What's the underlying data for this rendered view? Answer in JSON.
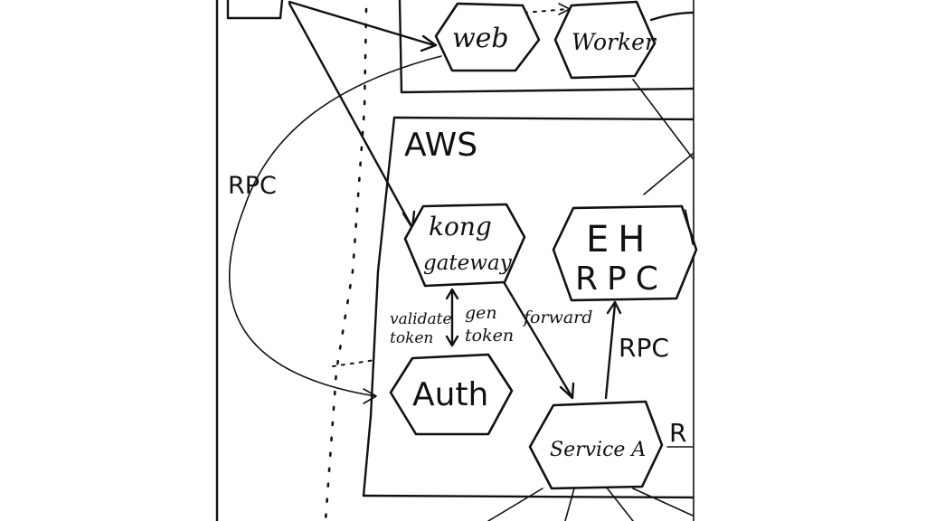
{
  "diagram": {
    "region_label": "AWS",
    "nodes": {
      "web": "web",
      "worker": "Worker",
      "kong_line1": "kong",
      "kong_line2": "gateway",
      "eh_line1": "EH",
      "eh_line2": "RPC",
      "auth": "Auth",
      "service_a": "Service A"
    },
    "edge_labels": {
      "rpc_left": "RPC",
      "validate_line1": "validate",
      "validate_line2": "token",
      "gen_line1": "gen",
      "gen_line2": "token",
      "forward": "forward",
      "rpc_service": "RPC",
      "cut_off_r": "R"
    },
    "colors": {
      "ink": "#111111",
      "paper": "#ffffff",
      "background": "#ffffff"
    }
  }
}
